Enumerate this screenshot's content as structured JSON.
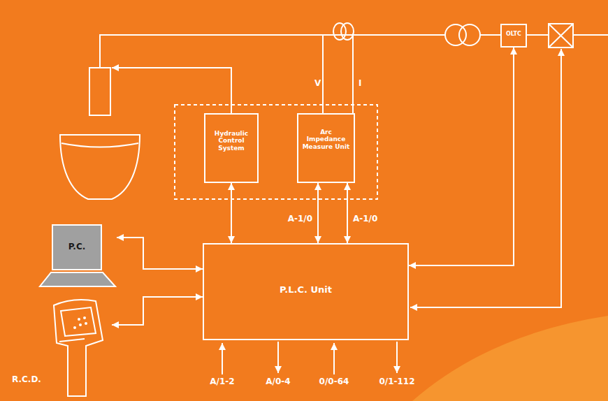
{
  "diagram": {
    "nodes": [
      {
        "text": [
          "Hydraulic Control System"
        ]
      },
      {
        "text": [
          "Arc Impedance Measure Unit"
        ]
      },
      {
        "text": [
          "OLTC"
        ]
      },
      {
        "text": [
          "P.L.C. Unit"
        ]
      },
      {
        "text": [
          "P.C."
        ]
      },
      {
        "text": [
          "R.C.D."
        ]
      }
    ],
    "edges": [
      {
        "from": 0,
        "to": 3,
        "arrow": "both"
      },
      {
        "from": 1,
        "to": 3,
        "label": "A-1/0",
        "arrow": "both"
      },
      {
        "from": 1,
        "to": 3,
        "label": "A-1/0",
        "arrow": "both"
      },
      {
        "from": 2,
        "to": 3,
        "arrow": "both"
      },
      {
        "from": 4,
        "to": 3,
        "arrow": "both"
      },
      {
        "from": 5,
        "to": 3,
        "arrow": "both"
      }
    ],
    "labels": [
      "V",
      "I",
      "A/1-2",
      "A/0-4",
      "0/0-64",
      "0/1-112"
    ]
  }
}
